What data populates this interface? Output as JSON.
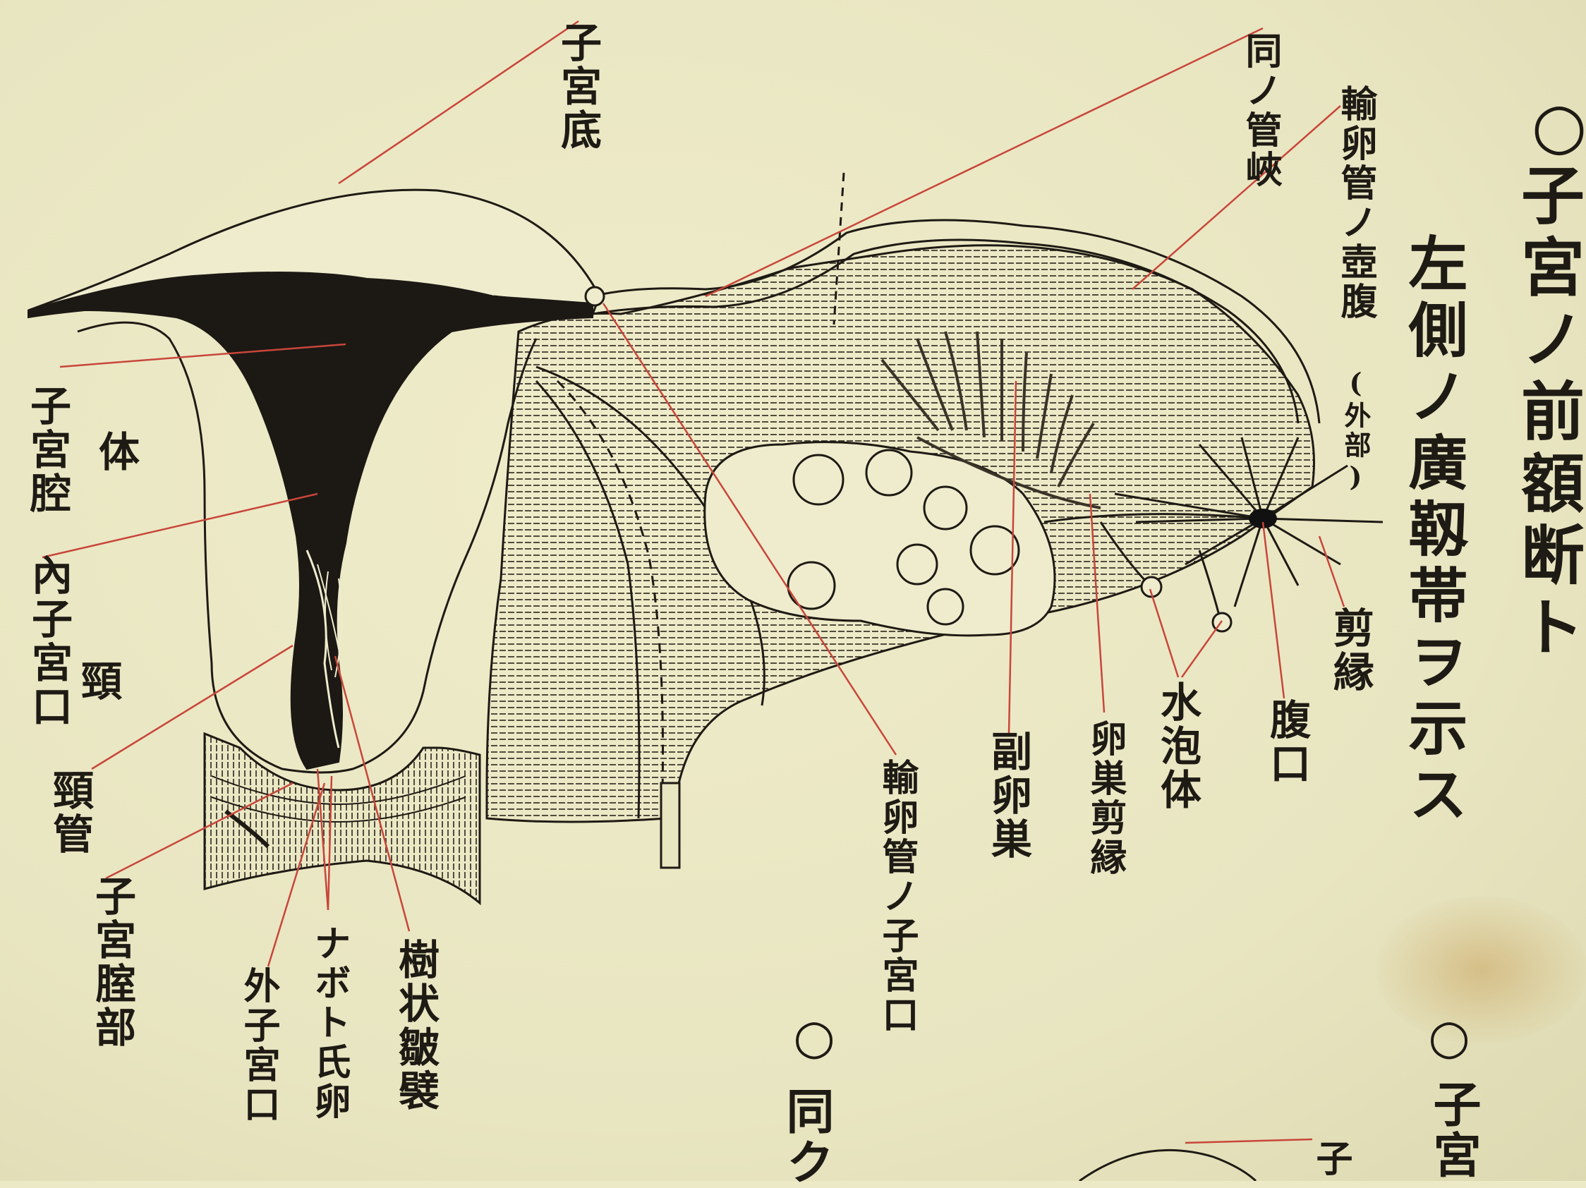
{
  "headings": {
    "main_circle": "○",
    "main_title": "子宮ノ前額断ト",
    "main_subtitle": "左側ノ廣靱帯ヲ示ス",
    "lower_mid_circle": "○",
    "lower_mid_text": "同ク",
    "lower_right_circle": "○",
    "lower_right_text": "子宮"
  },
  "labels": {
    "fundus": "子宮底",
    "isthmus": "同ノ管峽",
    "ampulla": "輸卵管ノ壺腹",
    "ampulla_note": "(外部)",
    "body_cavity": "子宮腔",
    "body": "体",
    "internal_os": "內子宮口",
    "neck": "頸",
    "cervical_canal": "頸管",
    "vaginal_part": "子宮腟部",
    "external_os": "外子宮口",
    "nabothian": "ナボト氏卵",
    "arbor": "樹状皺襞",
    "uterine_ostium": "輸卵管ノ子宮口",
    "epoophoron": "副卵巣",
    "ovarian_fimbria": "卵巣剪縁",
    "hydatid": "水泡体",
    "abdominal_ostium": "腹口",
    "fimbria": "剪縁",
    "lower_label": "子"
  },
  "colors": {
    "ink": "#1e1a14",
    "leader_red": "#c8463a",
    "paper": "#ebe9c6",
    "stain": "#c4964a"
  }
}
